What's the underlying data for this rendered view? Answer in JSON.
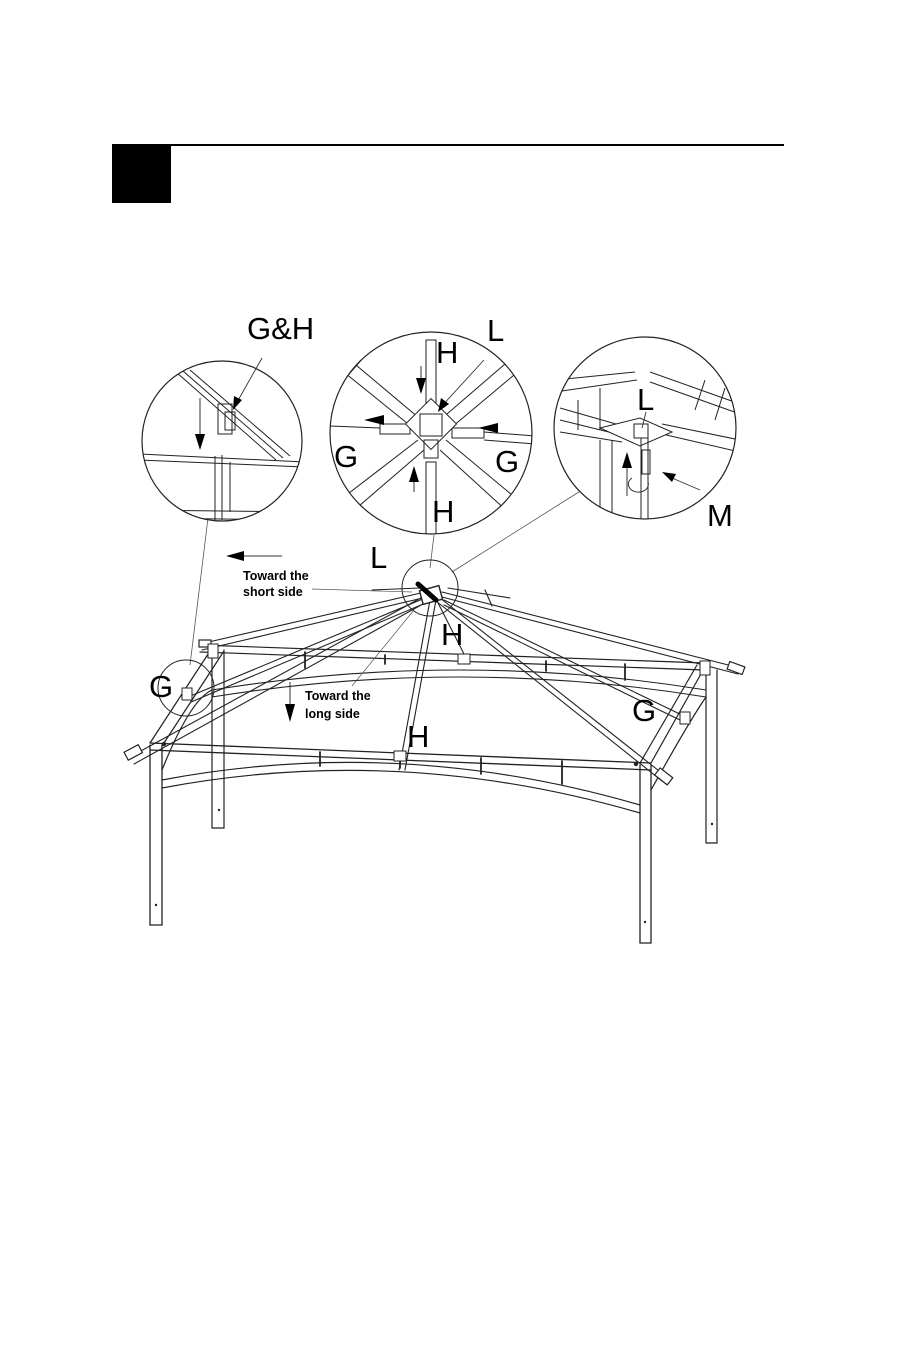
{
  "labels": {
    "gh": "G&H",
    "h_top": "H",
    "l_center": "L",
    "g_left": "G",
    "g_right": "G",
    "h_bottom": "H",
    "l_right": "L",
    "m": "M",
    "l_main": "L",
    "h_main_upper": "H",
    "h_main_lower": "H",
    "g_main_left": "G",
    "g_main_right": "G"
  },
  "notes": {
    "short_line1": "Toward the",
    "short_line2": "short side",
    "long_line1": "Toward the",
    "long_line2": "long side"
  }
}
